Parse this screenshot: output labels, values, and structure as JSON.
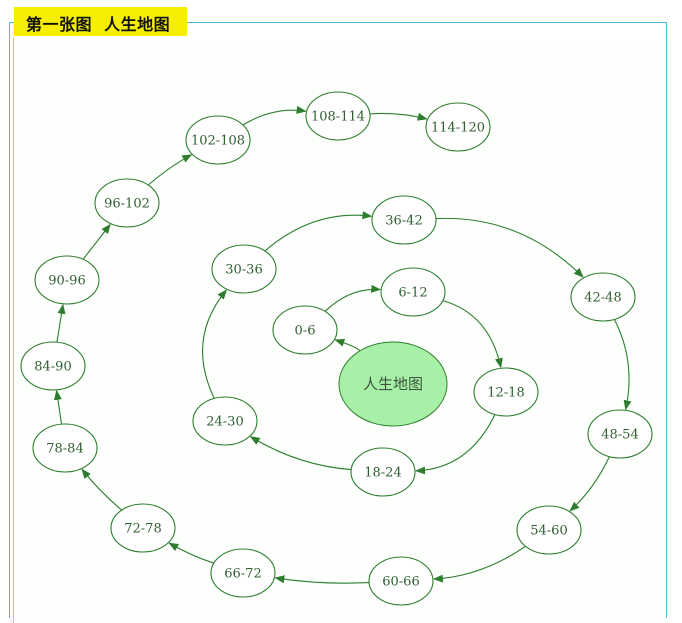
{
  "header": {
    "title_part1": "第一张图",
    "title_part2": "人生地图"
  },
  "colors": {
    "node_stroke": "#2e7d2e",
    "node_fill": "#ffffff",
    "center_fill": "#a8f0a8",
    "arrow": "#2e7d2e",
    "title_bg": "#f5ee00",
    "frame": "#56b6e0"
  },
  "diagram": {
    "center": {
      "label": "人生地图"
    },
    "nodes": [
      {
        "id": "0-6",
        "label": "0-6"
      },
      {
        "id": "6-12",
        "label": "6-12"
      },
      {
        "id": "12-18",
        "label": "12-18"
      },
      {
        "id": "18-24",
        "label": "18-24"
      },
      {
        "id": "24-30",
        "label": "24-30"
      },
      {
        "id": "30-36",
        "label": "30-36"
      },
      {
        "id": "36-42",
        "label": "36-42"
      },
      {
        "id": "42-48",
        "label": "42-48"
      },
      {
        "id": "48-54",
        "label": "48-54"
      },
      {
        "id": "54-60",
        "label": "54-60"
      },
      {
        "id": "60-66",
        "label": "60-66"
      },
      {
        "id": "66-72",
        "label": "66-72"
      },
      {
        "id": "72-78",
        "label": "72-78"
      },
      {
        "id": "78-84",
        "label": "78-84"
      },
      {
        "id": "84-90",
        "label": "84-90"
      },
      {
        "id": "90-96",
        "label": "90-96"
      },
      {
        "id": "96-102",
        "label": "96-102"
      },
      {
        "id": "102-108",
        "label": "102-108"
      },
      {
        "id": "108-114",
        "label": "108-114"
      },
      {
        "id": "114-120",
        "label": "114-120"
      }
    ],
    "edges": [
      {
        "from": "center",
        "to": "0-6"
      },
      {
        "from": "0-6",
        "to": "6-12"
      },
      {
        "from": "6-12",
        "to": "12-18"
      },
      {
        "from": "12-18",
        "to": "18-24"
      },
      {
        "from": "18-24",
        "to": "24-30"
      },
      {
        "from": "24-30",
        "to": "30-36"
      },
      {
        "from": "30-36",
        "to": "36-42"
      },
      {
        "from": "36-42",
        "to": "42-48"
      },
      {
        "from": "42-48",
        "to": "48-54"
      },
      {
        "from": "48-54",
        "to": "54-60"
      },
      {
        "from": "54-60",
        "to": "60-66"
      },
      {
        "from": "60-66",
        "to": "66-72"
      },
      {
        "from": "66-72",
        "to": "72-78"
      },
      {
        "from": "72-78",
        "to": "78-84"
      },
      {
        "from": "78-84",
        "to": "84-90"
      },
      {
        "from": "84-90",
        "to": "90-96"
      },
      {
        "from": "90-96",
        "to": "96-102"
      },
      {
        "from": "96-102",
        "to": "102-108"
      },
      {
        "from": "102-108",
        "to": "108-114"
      },
      {
        "from": "108-114",
        "to": "114-120"
      }
    ]
  }
}
